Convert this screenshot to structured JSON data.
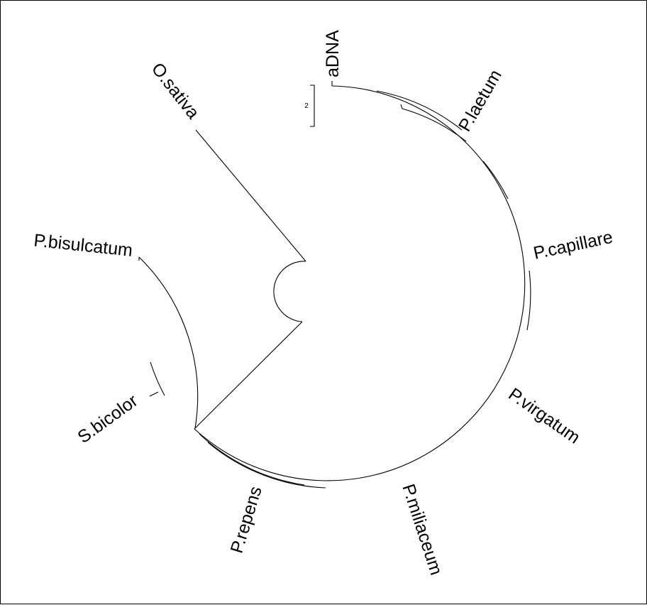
{
  "tree": {
    "layout": "circular",
    "scale_bar_label": "2",
    "taxa": [
      {
        "id": "adna",
        "label": "aDNA"
      },
      {
        "id": "laetum",
        "label": "P.laetum"
      },
      {
        "id": "capillare",
        "label": "P.capillare"
      },
      {
        "id": "virgatum",
        "label": "P.virgatum"
      },
      {
        "id": "miliaceum",
        "label": "P.miliaceum"
      },
      {
        "id": "repens",
        "label": "P.repens"
      },
      {
        "id": "sbicolor",
        "label": "S.bicolor"
      },
      {
        "id": "bisulcatum",
        "label": "P.bisulcatum"
      },
      {
        "id": "osativa",
        "label": "O.sativa"
      }
    ]
  }
}
